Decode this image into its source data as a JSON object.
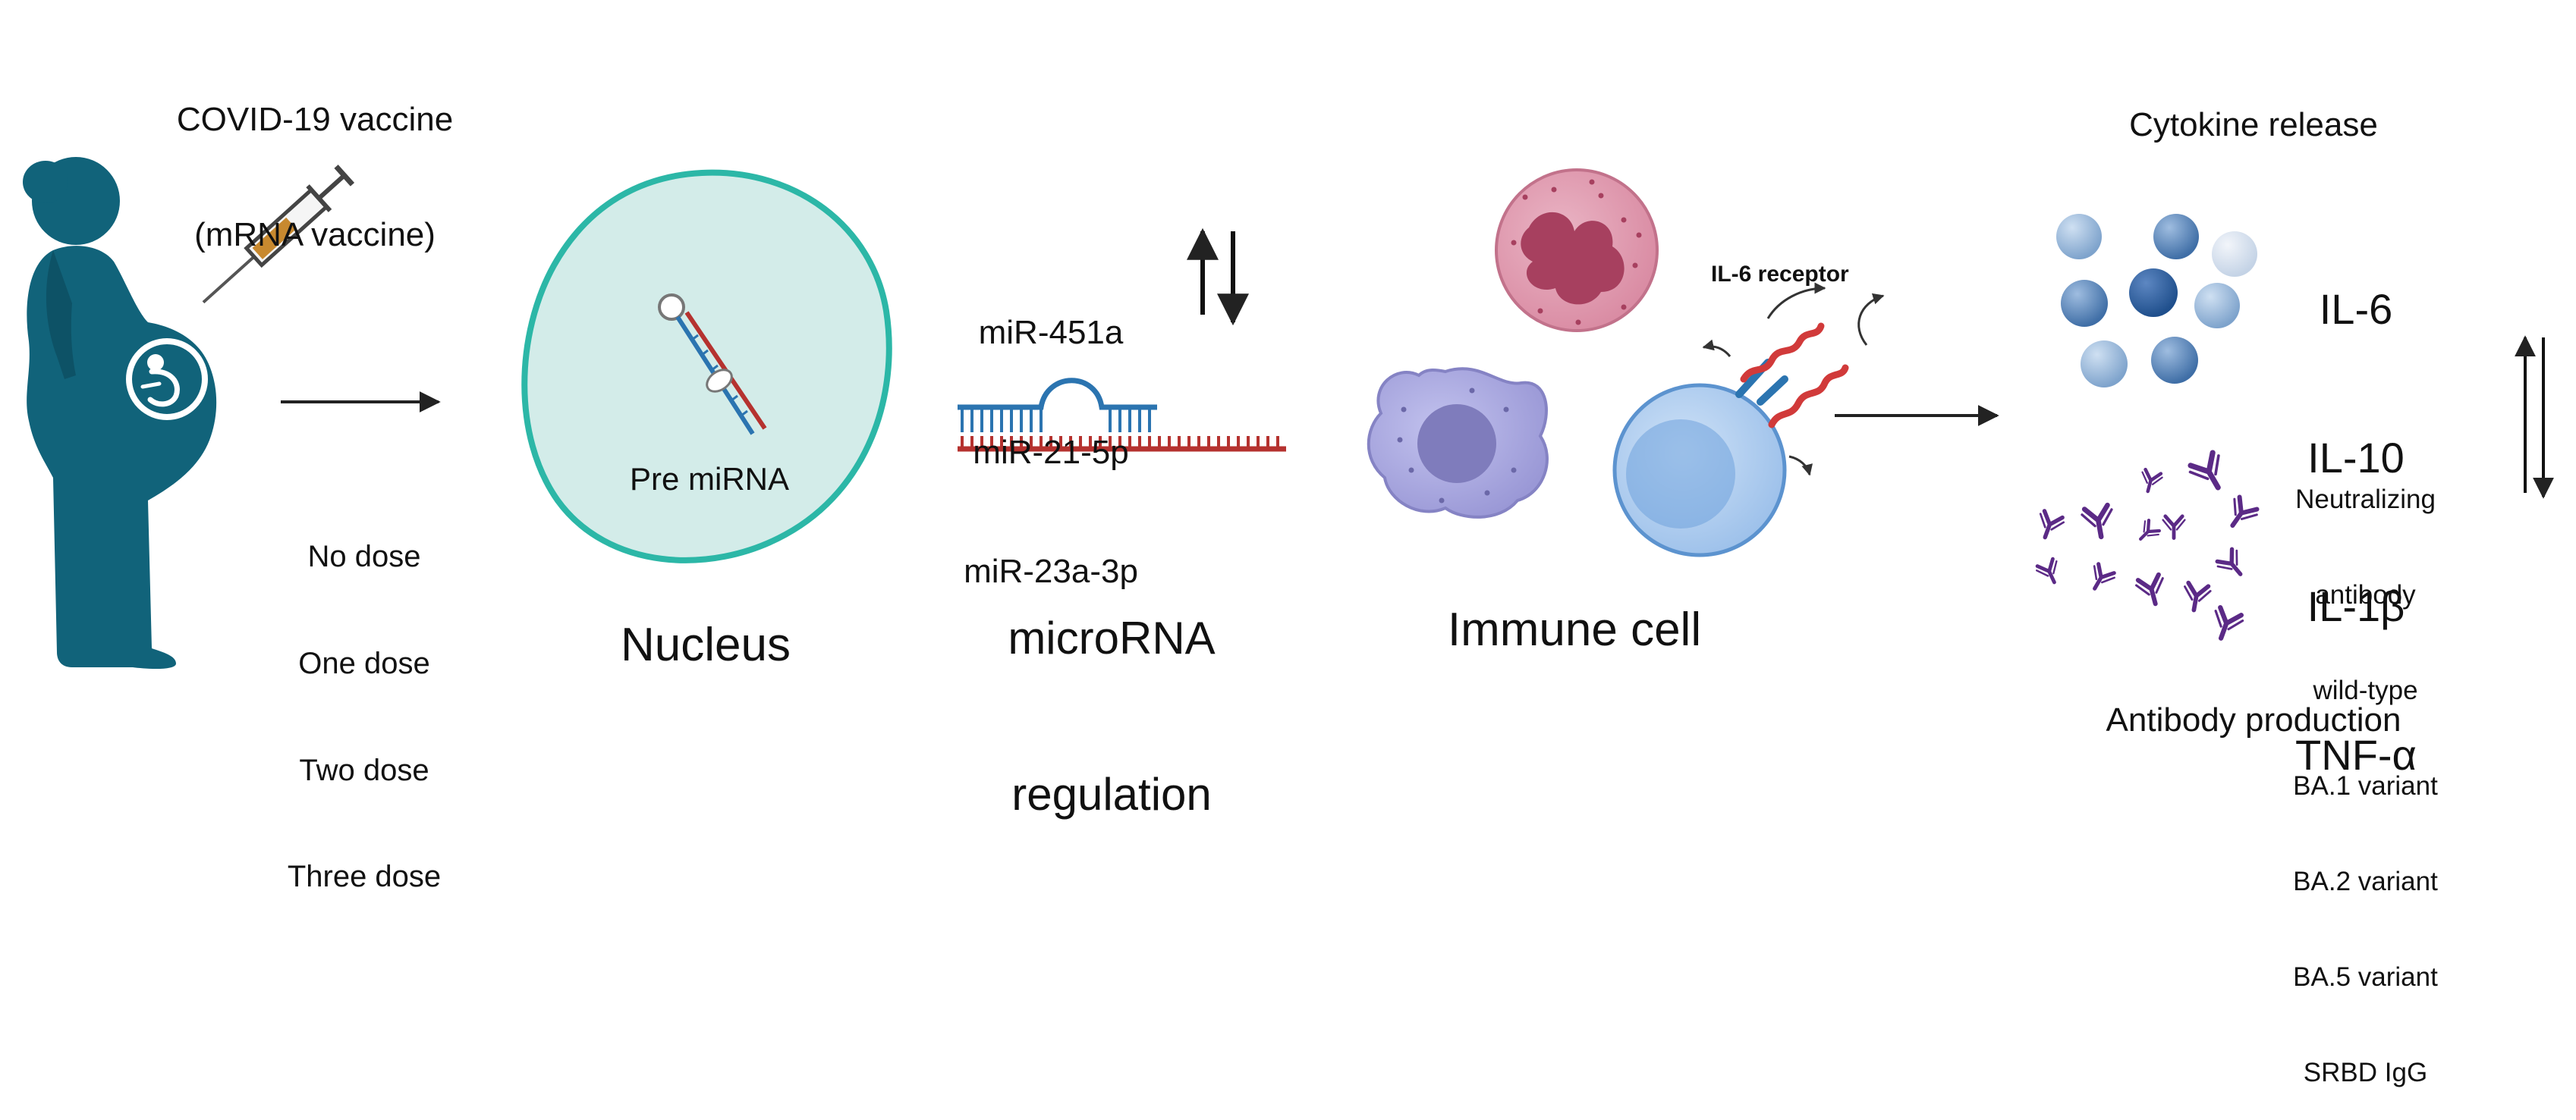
{
  "vaccine": {
    "line1": "COVID-19 vaccine",
    "line2": "(mRNA vaccine)"
  },
  "doses": [
    "No dose",
    "One dose",
    "Two dose",
    "Three dose"
  ],
  "nucleus": {
    "label": "Nucleus",
    "inner_label": "Pre miRNA"
  },
  "mirnas": [
    "miR-451a",
    "miR-21-5p",
    "miR-23a-3p"
  ],
  "microrna_regulation": [
    "microRNA",
    "regulation"
  ],
  "immune_cell": {
    "label": "Immune cell",
    "receptor_label": "IL-6 receptor"
  },
  "cytokine": {
    "title": "Cytokine release",
    "items": [
      "IL-6",
      "IL-10",
      "IL-1β",
      "TNF-α"
    ]
  },
  "antibody": {
    "items": [
      "Neutralizing",
      "antibody",
      "wild-type",
      "BA.1 variant",
      "BA.2 variant",
      "BA.5 variant",
      "SRBD IgG"
    ],
    "title": "Antibody production"
  },
  "colors": {
    "figure": "#11637a",
    "nucleus_fill": "#d3ece9",
    "nucleus_ring": "#2cb7a7",
    "rna_red": "#b5322f",
    "rna_blue": "#2b74b0",
    "antibody": "#5b2a86",
    "neutrophil": "#d98aa2",
    "macrophage": "#a3a2dd",
    "lymphocyte": "#a5c8ee"
  }
}
